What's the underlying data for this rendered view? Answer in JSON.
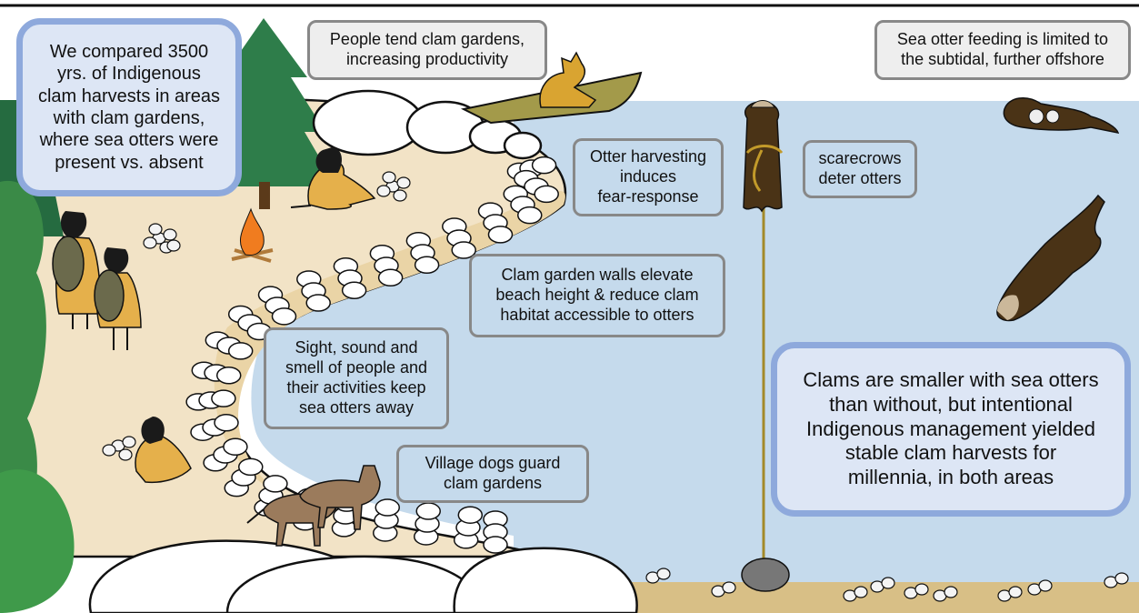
{
  "colors": {
    "water": "#c5daec",
    "beach": "#f2e3c6",
    "people": "#e5b04b",
    "rock": "#ffffff",
    "tree": "#2e7d4a",
    "otter": "#4a3316",
    "dog": "#9b7b5c",
    "callout_fill": "#eeeeee",
    "callout_border": "#888888",
    "highlight_fill": "#dde6f5",
    "highlight_border": "#8ea9dc"
  },
  "callouts": {
    "compare": "We compared 3500\nyrs. of Indigenous\nclam harvests in areas\nwith clam gardens,\nwhere sea otters were\npresent vs. absent",
    "tend": "People tend clam gardens,\nincreasing productivity",
    "otter_feeding": "Sea otter feeding is limited to\nthe subtidal, further offshore",
    "harvesting": "Otter harvesting\ninduces\nfear-response",
    "scarecrows": "scarecrows\ndeter otters",
    "walls": "Clam garden walls elevate\nbeach height & reduce clam\nhabitat accessible to otters",
    "sight": "Sight, sound and\nsmell of people and\ntheir activities keep\nsea otters away",
    "dogs": "Village dogs guard\nclam gardens",
    "conclusion": "Clams are smaller with sea otters\nthan without, but intentional\nIndigenous management yielded\nstable clam harvests for\nmillennia, in both areas"
  },
  "icons": [
    "tree-icon",
    "person-icon",
    "basket-icon",
    "clam-icon",
    "fire-icon",
    "canoe-icon",
    "scarecrow-icon",
    "otter-icon",
    "dog-icon",
    "rock-icon"
  ]
}
